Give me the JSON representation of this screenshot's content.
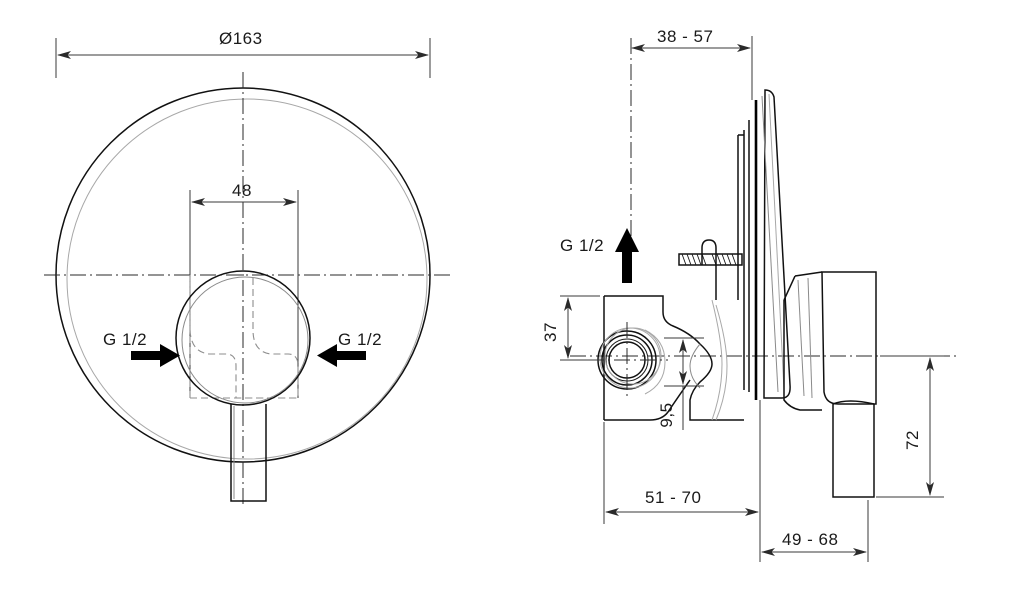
{
  "document": {
    "type": "technical-drawing",
    "subject": "Concealed single-lever shower mixer — dimensioned engineering drawing",
    "background_color": "#ffffff",
    "line_color": "#1a1a1a",
    "units": "mm"
  },
  "views": {
    "front": {
      "name": "front-view",
      "description": "Round escutcheon plate with circular cartridge cover and lever handle",
      "labels": {
        "inlet_left": "G 1/2",
        "inlet_right": "G 1/2"
      }
    },
    "side": {
      "name": "side-view",
      "description": "Section side view showing valve body, threaded stem, escutcheon and lever",
      "labels": {
        "inlet_bottom": "G 1/2"
      }
    }
  },
  "dimensions": {
    "diameter_plate": "Ø163",
    "cartridge_width": "48",
    "projection_range_top": "38 - 57",
    "inlet_height": "37",
    "offset": "9,5",
    "depth_range_lower": "51 - 70",
    "depth_range_front": "49 - 68",
    "lever_drop": "72"
  },
  "annotations": {
    "arrow_direction_left": "inlet-arrow-right-pointing",
    "arrow_direction_right": "inlet-arrow-left-pointing",
    "arrow_direction_bottom": "inlet-arrow-up-pointing"
  }
}
